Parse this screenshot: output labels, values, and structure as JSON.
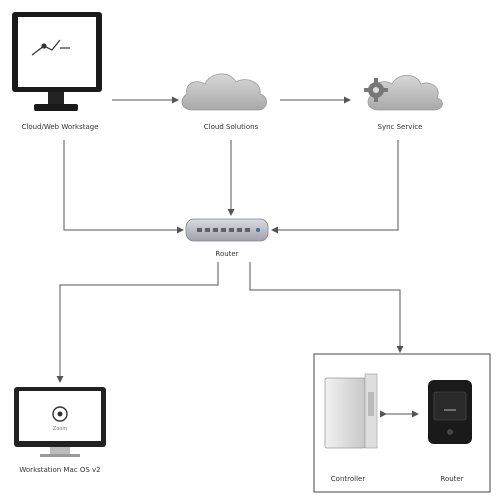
{
  "nodes": {
    "monitor": {
      "label": "Cloud/Web Workstage"
    },
    "cloud": {
      "label": "Cloud Solutions"
    },
    "service": {
      "label": "Sync Service"
    },
    "router": {
      "label": "Router"
    },
    "desktop": {
      "label": "Workstation Mac OS v2",
      "screen_text": "Zoom"
    },
    "controller": {
      "label": "Controller"
    },
    "device": {
      "label": "Router"
    }
  },
  "colors": {
    "line": "#555555",
    "cloud": "#c3c3c3",
    "router_body": "#b9bcc2",
    "screen": "#ffffff",
    "frame": "#1a1a1a"
  }
}
